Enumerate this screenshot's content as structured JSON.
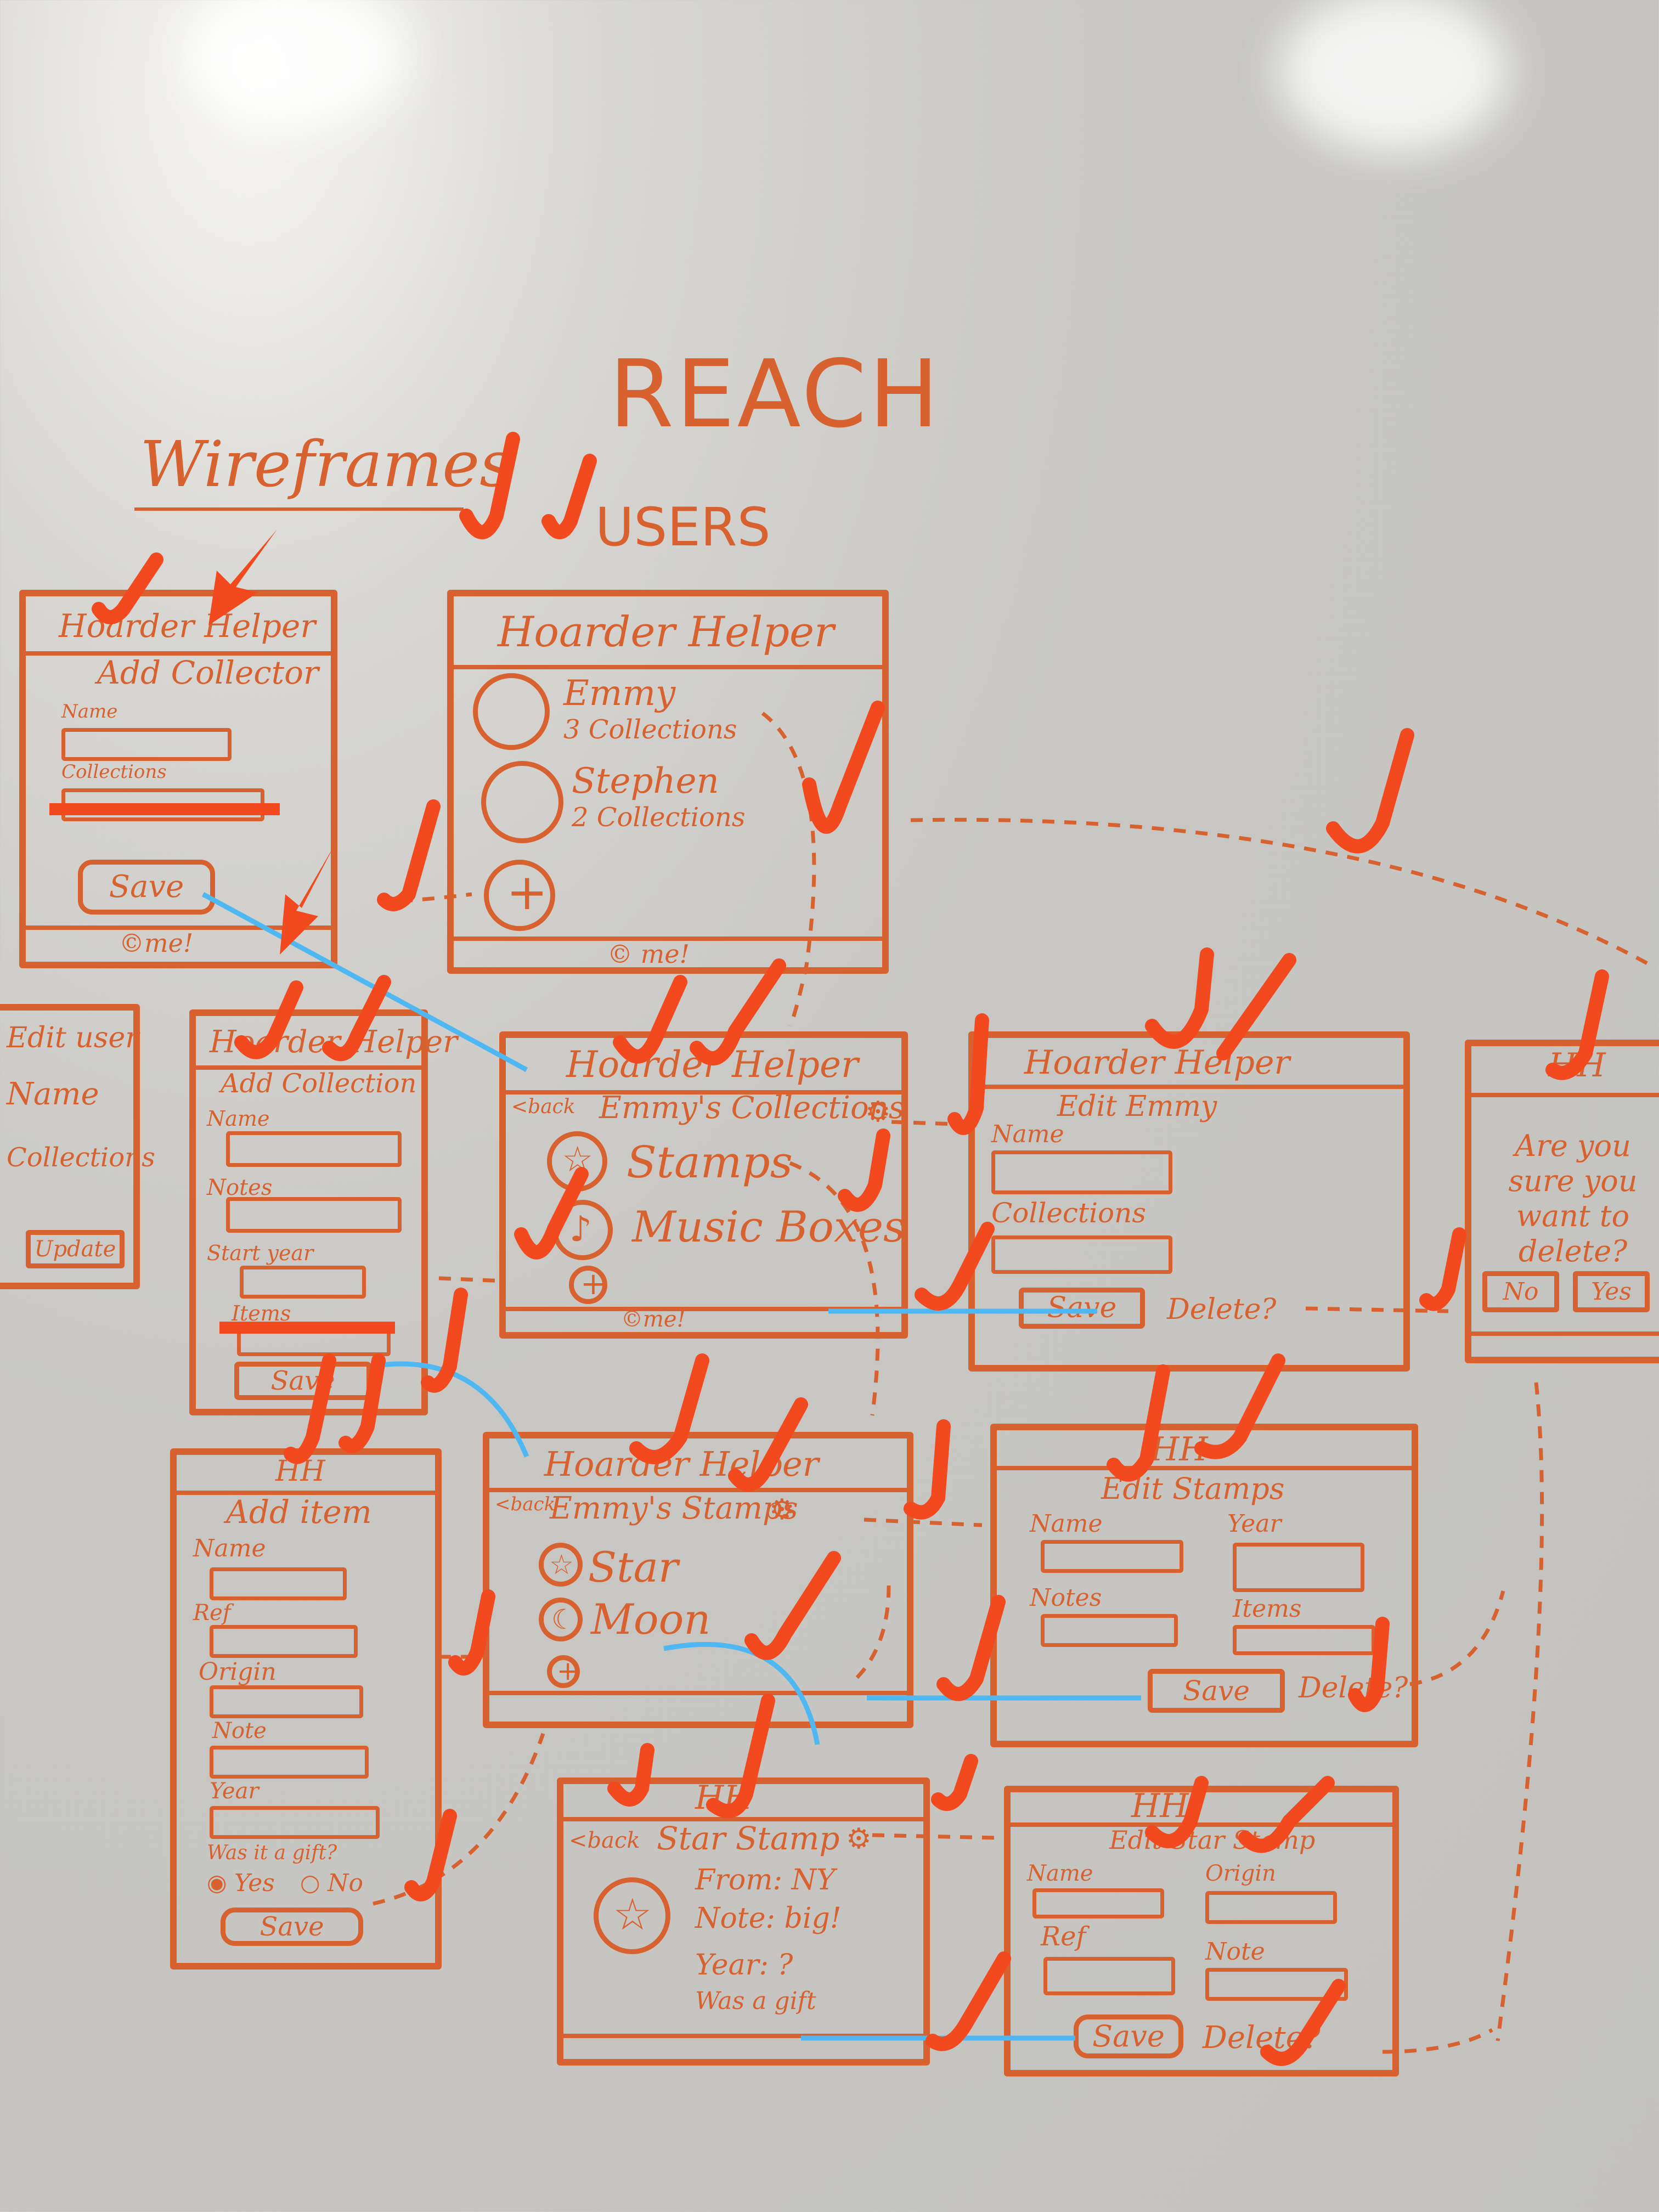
{
  "header": {
    "title": "REACH",
    "section": "Wireframes",
    "audience": "USERS"
  },
  "screens": {
    "add_collector": {
      "app": "Hoarder Helper",
      "title": "Add Collector",
      "name_label": "Name",
      "collections_label": "Collections",
      "save": "Save",
      "footer": "©me!"
    },
    "users": {
      "app": "Hoarder Helper",
      "users": [
        {
          "name": "Emmy",
          "sub": "3 Collections"
        },
        {
          "name": "Stephen",
          "sub": "2 Collections"
        }
      ],
      "add": "+",
      "footer": "© me!"
    },
    "edit_user": {
      "title": "Edit user",
      "name_label": "Name",
      "collections_label": "Collections",
      "update": "Update"
    },
    "add_collection": {
      "app": "Hoarder Helper",
      "title": "Add Collection",
      "labels": [
        "Name",
        "Notes",
        "Start year",
        "Items"
      ],
      "save": "Save"
    },
    "emmys_collections": {
      "app": "Hoarder Helper",
      "back": "<back",
      "title": "Emmy's Collections",
      "items": [
        "Stamps",
        "Music Boxes"
      ],
      "add": "+",
      "footer": "©me!"
    },
    "edit_emmy": {
      "app": "Hoarder Helper",
      "title": "Edit Emmy",
      "name_label": "Name",
      "collections_label": "Collections",
      "save": "Save",
      "delete": "Delete?"
    },
    "confirm": {
      "app": "HH",
      "question": "Are you sure you want to delete?",
      "no": "No",
      "yes": "Yes"
    },
    "add_item": {
      "app": "HH",
      "title": "Add item",
      "labels": [
        "Name",
        "Ref",
        "Origin",
        "Note",
        "Year"
      ],
      "gift_question": "Was it a gift?",
      "yes": "Yes",
      "no": "No",
      "save": "Save"
    },
    "emmys_stamps": {
      "app": "Hoarder Helper",
      "back": "<back",
      "title": "Emmy's Stamps",
      "items": [
        "Star",
        "Moon"
      ],
      "add": "+"
    },
    "edit_stamps": {
      "app": "HH",
      "title": "Edit Stamps",
      "labels": [
        "Name",
        "Year",
        "Notes",
        "Items"
      ],
      "save": "Save",
      "delete": "Delete?"
    },
    "star_stamp": {
      "app": "HH",
      "back": "<back",
      "title": "Star Stamp",
      "from": "From: NY",
      "note": "Note: big!",
      "year": "Year: ?",
      "gift": "Was a gift"
    },
    "edit_star_stamp": {
      "app": "HH",
      "title": "Edit Star Stamp",
      "labels": [
        "Name",
        "Origin",
        "Ref",
        "Note"
      ],
      "save": "Save",
      "delete": "Delete?"
    }
  },
  "colors": {
    "marker": "#d8622f",
    "check": "#f24a1e",
    "flow_arrow": "#4fb8f2",
    "board": "#c8c7c3"
  }
}
